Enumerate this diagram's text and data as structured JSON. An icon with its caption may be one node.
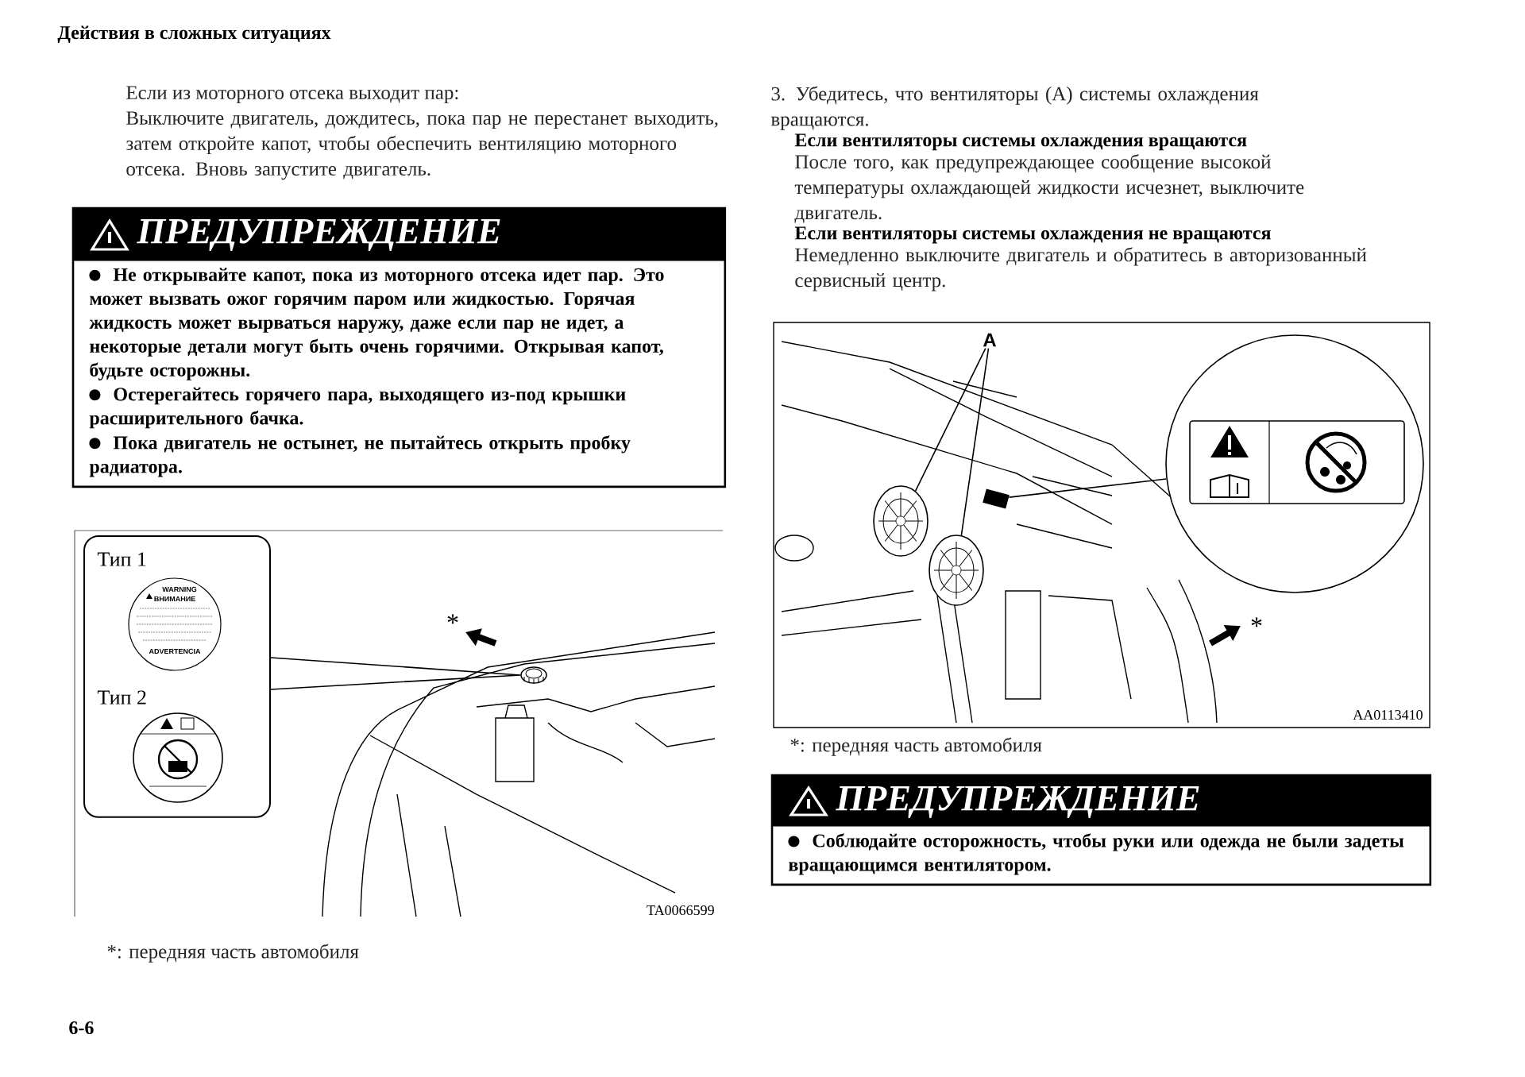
{
  "diagram": {
    "nodes": [
      {
        "text": [
          "ПРЕДУПРЕЖДЕНИЕ",
          "Не открывайте капот, пока из моторного отсека идет пар. Это может вызвать ожог горячим паром или жидкостью. Горячая жидкость может вырваться наружу, даже если пар не идет, а некоторые детали могут быть очень горячими. Открывая капот, будьте осторожны.",
          "Остерегайтесь горячего пара, выходящего из-под крышки расширительного бачка.",
          "Пока двигатель не остынет, не пытайтесь открыть пробку радиатора."
        ]
      },
      {
        "text": [
          "Тип 1",
          "Тип 2"
        ]
      },
      {
        "text": [
          "WARNING",
          "ВНИМАНИЕ",
          "ADVERTENCIA"
        ],
        "in": 1
      },
      {
        "text": [],
        "shape": "circle",
        "in": 1
      },
      {
        "text": [],
        "shape": "picture"
      },
      {
        "text": [
          "A"
        ]
      },
      {
        "text": [],
        "shape": "picture"
      },
      {
        "text": [],
        "shape": "picture"
      },
      {
        "text": [],
        "shape": "box"
      },
      {
        "text": [],
        "shape": "circle"
      },
      {
        "text": [
          "ПРЕДУПРЕЖДЕНИЕ",
          "Соблюдайте осторожность, чтобы руки или одежда не были задеты вращающимся вентилятором."
        ]
      }
    ],
    "edges": [
      {
        "from": 1,
        "to": 4,
        "arrow": "none"
      },
      {
        "from": 5,
        "to": 6,
        "arrow": "none"
      },
      {
        "from": 5,
        "to": 7,
        "arrow": "none"
      },
      {
        "from": 9,
        "to": 8,
        "arrow": "none"
      }
    ],
    "labels": [
      "Действия в сложных ситуациях",
      "Если из моторного отсека выходит пар:",
      "Выключите двигатель, дождитесь, пока пар не перестанет выходить, затем откройте капот, чтобы обеспечить вентиляцию моторного отсека. Вновь запустите двигатель.",
      "*",
      "TA0066599",
      "*: передняя часть автомобиля",
      "3. Убедитесь, что вентиляторы (A) системы охлаждения вращаются.",
      "Если вентиляторы системы охлаждения вращаются",
      "После того, как предупреждающее сообщение высокой температуры охлаждающей жидкости исчезнет, выключите двигатель.",
      "Если вентиляторы системы охлаждения не вращаются",
      "Немедленно выключите двигатель и обратитесь в авторизованный сервисный центр.",
      "*",
      "AA0113410",
      "*: передняя часть автомобиля",
      "6-6"
    ]
  }
}
